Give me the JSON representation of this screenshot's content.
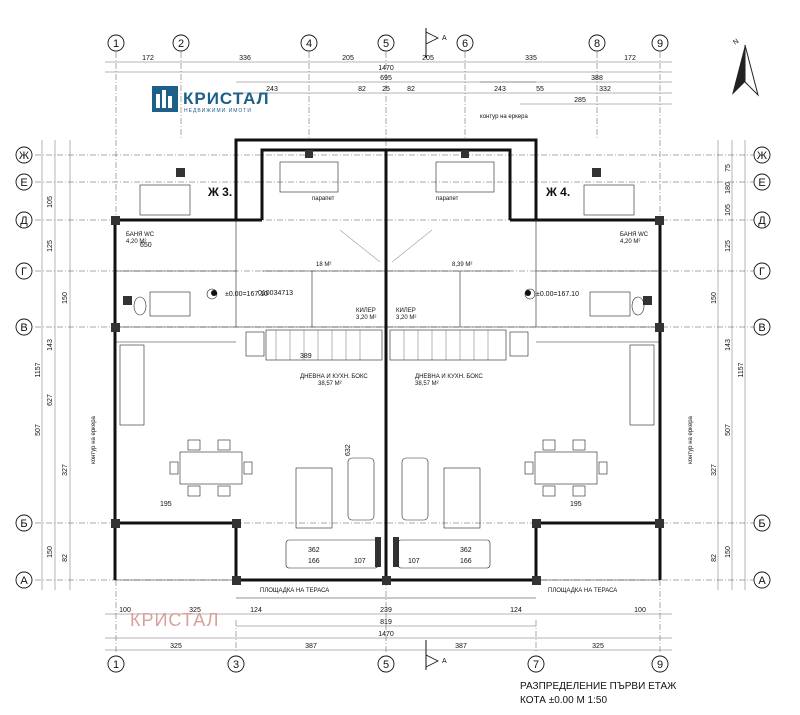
{
  "logo": {
    "brand": "КРИСТАЛ",
    "tagline": "НЕДВИЖИМИ ИМОТИ",
    "accent": "#1c5f88"
  },
  "watermark": {
    "text": "КРИСТАЛ",
    "color": "#d9a09a"
  },
  "ref_code": "010034713",
  "axes": {
    "top": [
      "1",
      "2",
      "4",
      "5",
      "6",
      "8",
      "9"
    ],
    "bottom": [
      "1",
      "3",
      "5",
      "7",
      "9"
    ],
    "side": [
      "Ж",
      "Е",
      "Д",
      "Г",
      "В",
      "Б",
      "А"
    ]
  },
  "dims": {
    "top_row1": [
      "172",
      "336",
      "205",
      "205",
      "335",
      "172"
    ],
    "top_total": "1470",
    "top_row2": "695",
    "top_row3": "388",
    "top_row4": [
      "243",
      "82",
      "25",
      "82",
      "243",
      "55",
      "332"
    ],
    "top_row5": "285",
    "bottom_row1": [
      "100",
      "325",
      "124",
      "239",
      "124",
      "100"
    ],
    "bottom_total": "819",
    "bottom_total2": "1470",
    "bottom_row2": [
      "325",
      "387",
      "387",
      "325"
    ],
    "left": [
      "105",
      "125",
      "150",
      "143",
      "327",
      "150",
      "82"
    ],
    "left_totals": [
      "1157",
      "507",
      "627"
    ],
    "right": [
      "75",
      "180",
      "105",
      "125",
      "150",
      "143",
      "327",
      "150",
      "82"
    ],
    "right_totals": [
      "1157",
      "507"
    ]
  },
  "labels": {
    "flat3": "Ж 3.",
    "flat4": "Ж 4.",
    "level_left": "±0.00=167.10",
    "level_right": "±0.00=167.10",
    "parapet": "парапет",
    "bay_contour": "контур на еркера",
    "living": "ДНЕВНА И КУХН. БОКС",
    "living_area": "38,57 М²",
    "storage": "КИЛЕР",
    "storage_area": "3,20 М²",
    "bath": "БАНЯ WC",
    "bath_area": "4,20 М²",
    "stair": "18 М²",
    "stair_area": "8,39 М²",
    "terrace_note": "ПЛОЩАДКА НА ТЕРАСА",
    "d389": "389",
    "d362": "362",
    "d166": "166",
    "d107": "107",
    "d195": "195",
    "d650": "650",
    "d632": "632"
  },
  "title_block": {
    "line1": "РАЗПРЕДЕЛЕНИЕ ПЪРВИ ЕТАЖ",
    "line2": "КОТА ±0.00 М 1:50"
  }
}
